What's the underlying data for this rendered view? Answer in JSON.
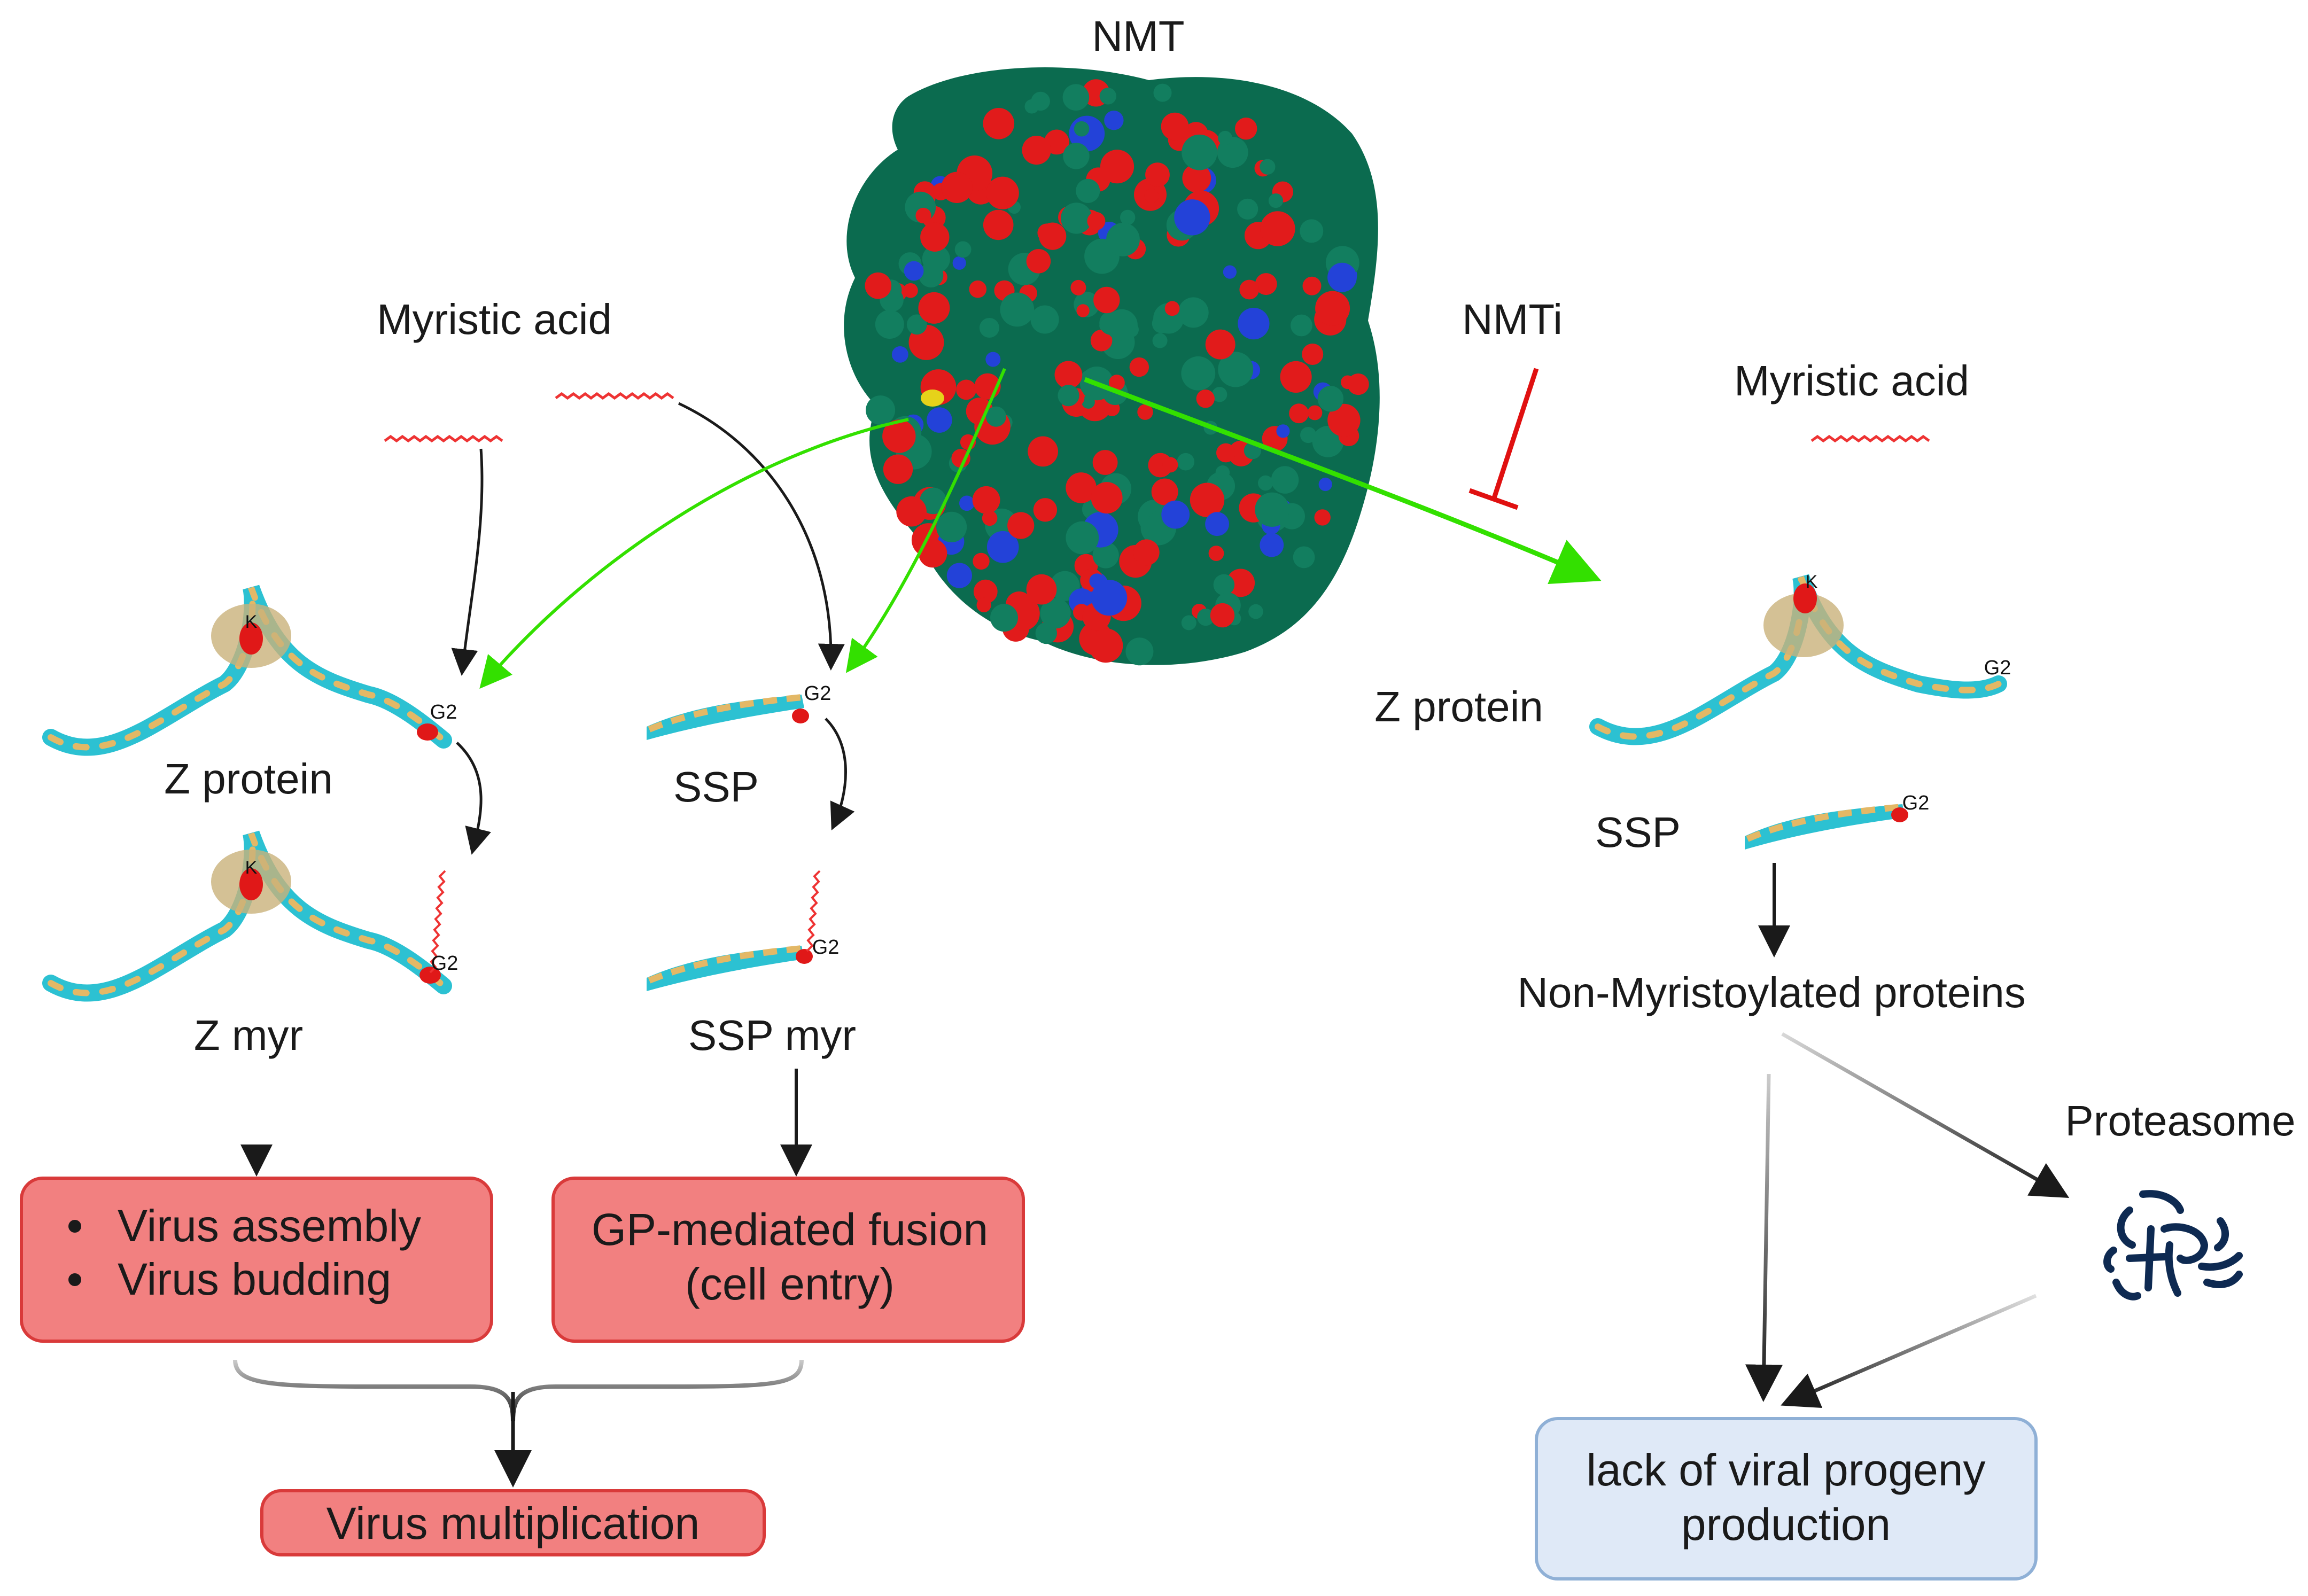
{
  "labels": {
    "nmt": "NMT",
    "nmti": "NMTi",
    "myristic_left": "Myristic acid",
    "myristic_right": "Myristic acid",
    "z_protein_left": "Z protein",
    "ssp_left": "SSP",
    "z_myr": "Z myr",
    "ssp_myr": "SSP myr",
    "z_protein_right": "Z protein",
    "ssp_right": "SSP",
    "non_myr": "Non-Myristoylated proteins",
    "proteasome": "Proteasome",
    "residue_k": "K",
    "residue_g2": "G2"
  },
  "boxes": {
    "assembly_items": [
      "Virus assembly",
      "Virus budding"
    ],
    "fusion_lines": [
      "GP-mediated fusion",
      "(cell entry)"
    ],
    "multiplication": "Virus multiplication",
    "lack_lines": [
      "lack of viral progeny",
      "production"
    ]
  },
  "colors": {
    "red_box_fill": "#f28080",
    "red_box_stroke": "#d93a3a",
    "blue_box_fill": "#dfe9f7",
    "blue_box_stroke": "#8fb0d6",
    "green_arrow": "#33e000",
    "inhibitor": "#e01010",
    "protein_surface": "#0b6b4f",
    "oxygen_atoms": "#e11b1b",
    "nitrogen_atoms": "#2342d8",
    "proteasome_glyph": "#0e2a52"
  },
  "icons": {
    "nmt_structure": "protein-surface-model",
    "myristic_acid": "wavy-chain-icon",
    "proteasome": "proteasome-glyph-icon"
  }
}
